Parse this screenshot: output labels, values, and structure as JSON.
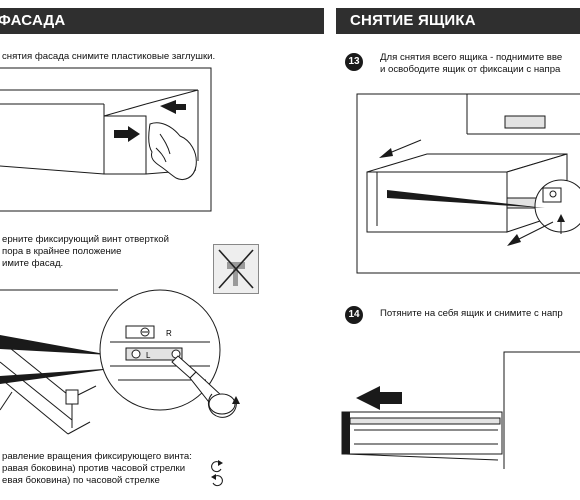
{
  "left_section": {
    "title": "ФАСАДА",
    "step1_text": "снятия фасада снимите пластиковые заглушки.",
    "step2_lines": [
      "ерните фиксирующий винт отверткой",
      "пора в крайнее положение",
      "имите фасад."
    ],
    "marker_left": "L",
    "marker_right": "R",
    "rotation_lines": [
      "равление вращения фиксирующего винта:",
      "равая боковина) против часовой стрелки",
      "евая боковина) по часовой стрелке"
    ],
    "rotation_icons": [
      "ccw-arrow-icon",
      "cw-arrow-icon"
    ]
  },
  "right_section": {
    "title": "СНЯТИЕ ЯЩИКА",
    "step13": {
      "number": "13",
      "lines": [
        "Для снятия всего ящика - поднимите вве",
        "и освободите ящик от фиксации с напра"
      ]
    },
    "step14": {
      "number": "14",
      "text": "Потяните на себя ящик и снимите с напр"
    }
  },
  "colors": {
    "header_bg": "#2f2f2f",
    "header_text": "#ffffff",
    "badge_bg": "#1a1a1a"
  }
}
